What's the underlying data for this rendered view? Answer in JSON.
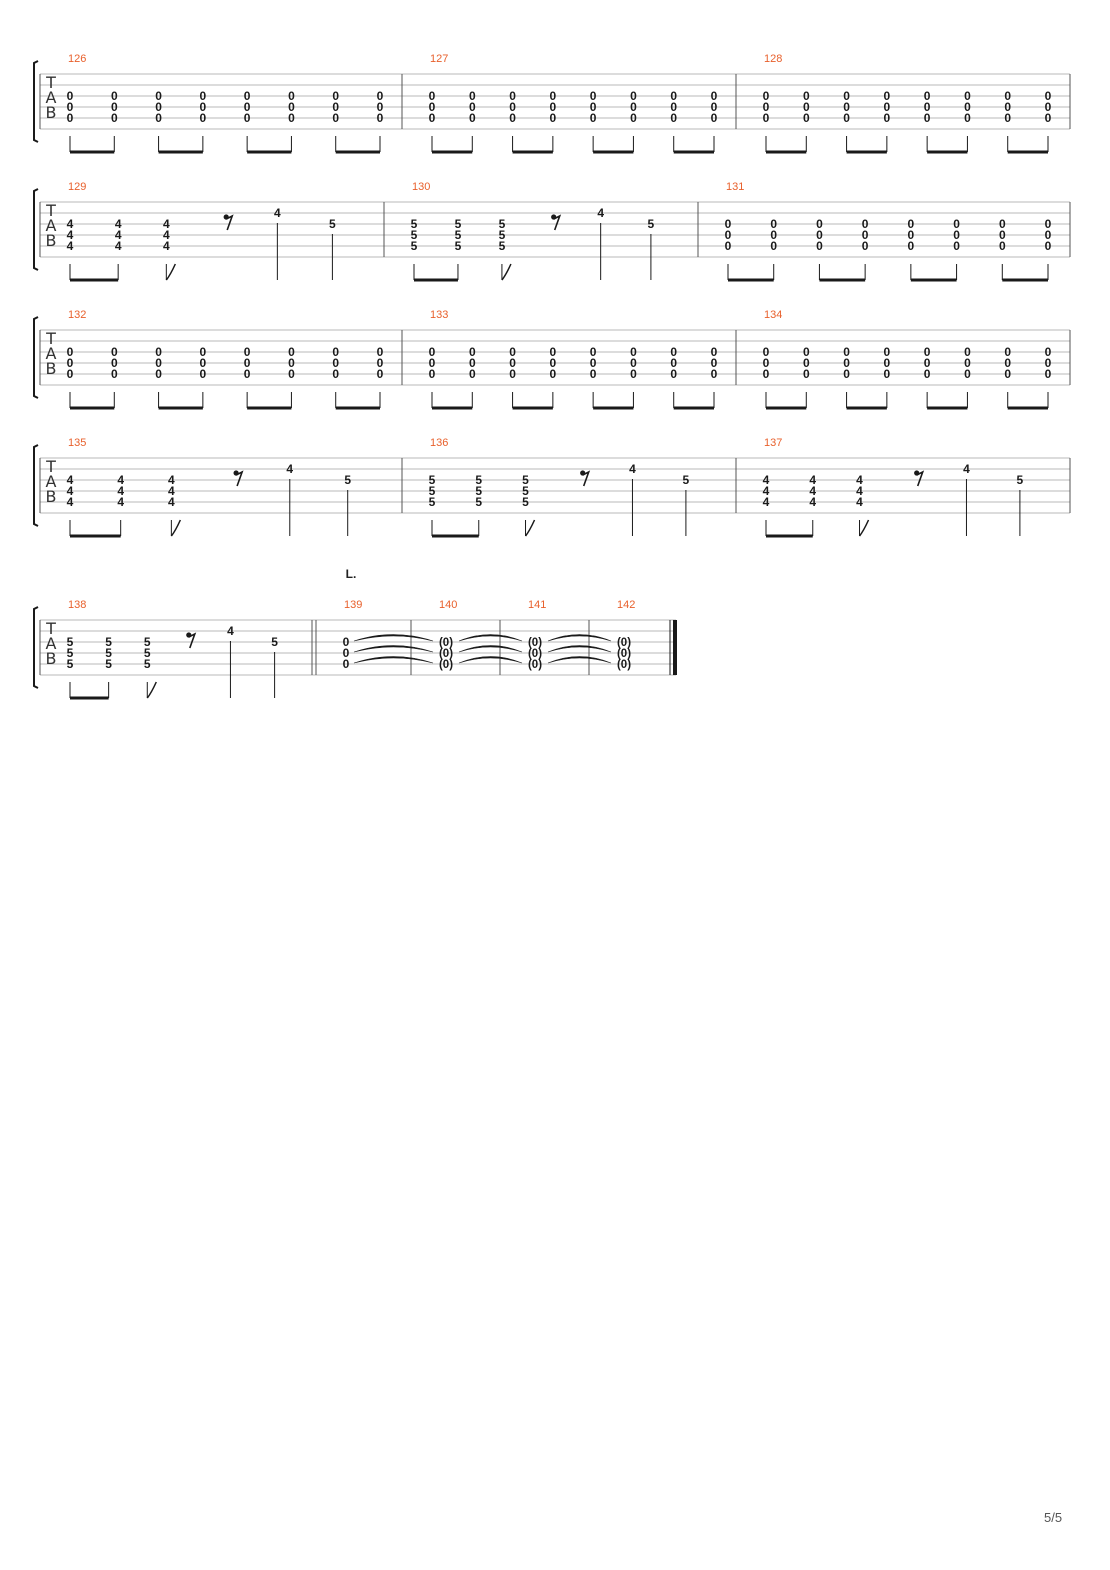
{
  "tab_label": [
    "T",
    "A",
    "B"
  ],
  "section_marker": "L.",
  "page_number": "5/5",
  "colors": {
    "measure_number": "#e8602c",
    "staff_line": "#b8b8b8",
    "ink": "#1a1a1a"
  },
  "systems": [
    {
      "measures": [
        {
          "number": "126",
          "pattern": "zeros"
        },
        {
          "number": "127",
          "pattern": "zeros"
        },
        {
          "number": "128",
          "pattern": "zeros"
        }
      ]
    },
    {
      "measures": [
        {
          "number": "129",
          "pattern": "riff",
          "fret": "4"
        },
        {
          "number": "130",
          "pattern": "riff",
          "fret": "5"
        },
        {
          "number": "131",
          "pattern": "zeros"
        }
      ]
    },
    {
      "measures": [
        {
          "number": "132",
          "pattern": "zeros"
        },
        {
          "number": "133",
          "pattern": "zeros"
        },
        {
          "number": "134",
          "pattern": "zeros"
        }
      ]
    },
    {
      "measures": [
        {
          "number": "135",
          "pattern": "riff",
          "fret": "4"
        },
        {
          "number": "136",
          "pattern": "riff",
          "fret": "5"
        },
        {
          "number": "137",
          "pattern": "riff",
          "fret": "4"
        }
      ]
    },
    {
      "measures": [
        {
          "number": "138",
          "pattern": "riff",
          "fret": "5"
        },
        {
          "number": "139",
          "pattern": "tie-start",
          "fret": "0"
        },
        {
          "number": "140",
          "pattern": "tied",
          "fret": "(0)"
        },
        {
          "number": "141",
          "pattern": "tied",
          "fret": "(0)"
        },
        {
          "number": "142",
          "pattern": "tied",
          "fret": "(0)"
        }
      ]
    }
  ],
  "riff_single_notes": [
    "4",
    "5"
  ],
  "zeros_fret": "0"
}
